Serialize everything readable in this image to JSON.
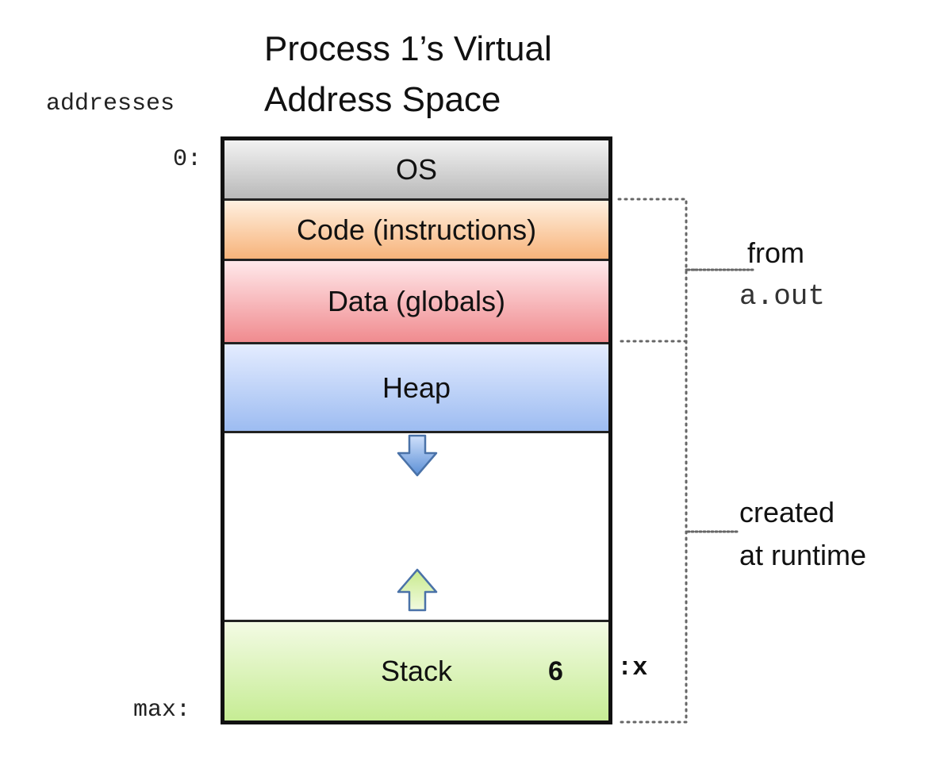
{
  "title": {
    "line1": "Process 1’s  Virtual",
    "line2": "Address Space"
  },
  "address_labels": {
    "heading": "addresses",
    "start": "0:",
    "end": "max:"
  },
  "segments": {
    "os": "OS",
    "code": "Code (instructions)",
    "data": "Data (globals)",
    "heap": "Heap",
    "stack": "Stack"
  },
  "stack_variable": {
    "value": "6",
    "name": ":x"
  },
  "annotations": {
    "from_line1": "from",
    "from_line2": "a.out",
    "created_line1": "created",
    "created_line2": "at runtime"
  },
  "colors": {
    "os": "#b9b9b9",
    "code": "#f7b37a",
    "data": "#f08b8f",
    "heap": "#9dbcf1",
    "stack": "#c6ec94",
    "heap_arrow": "#5b8fd6",
    "stack_arrow": "#a8d85c"
  },
  "icons": {
    "heap_growth": "arrow-down-icon",
    "stack_growth": "arrow-up-icon"
  }
}
